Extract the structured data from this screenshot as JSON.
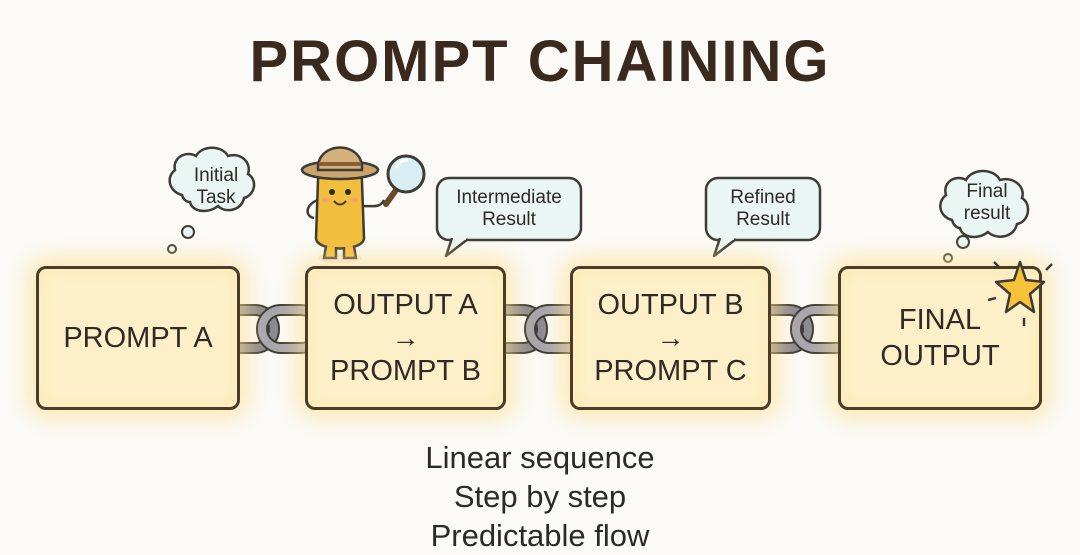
{
  "title": "PROMPT CHAINING",
  "steps": [
    {
      "lines": [
        "PROMPT A"
      ]
    },
    {
      "lines": [
        "OUTPUT A",
        "→",
        "PROMPT B"
      ]
    },
    {
      "lines": [
        "OUTPUT B",
        "→",
        "PROMPT C"
      ]
    },
    {
      "lines": [
        "FINAL",
        "OUTPUT"
      ]
    }
  ],
  "callouts": [
    {
      "lines": [
        "Initial",
        "Task"
      ],
      "shape": "thought-cloud"
    },
    {
      "lines": [
        "Intermediate",
        "Result"
      ],
      "shape": "speech-bubble"
    },
    {
      "lines": [
        "Refined",
        "Result"
      ],
      "shape": "speech-bubble"
    },
    {
      "lines": [
        "Final",
        "result"
      ],
      "shape": "thought-cloud"
    }
  ],
  "footer": [
    "Linear sequence",
    "Step by step",
    "Predictable flow"
  ],
  "colors": {
    "box_fill": "#fdf0c9",
    "box_border": "#4a3b2b",
    "chain": "#8c8a92",
    "mascot": "#f2bf3c",
    "star": "#f7c23a"
  },
  "icons": [
    "chain-link-icon",
    "explorer-mascot-icon",
    "magnifying-glass-icon",
    "star-icon"
  ]
}
